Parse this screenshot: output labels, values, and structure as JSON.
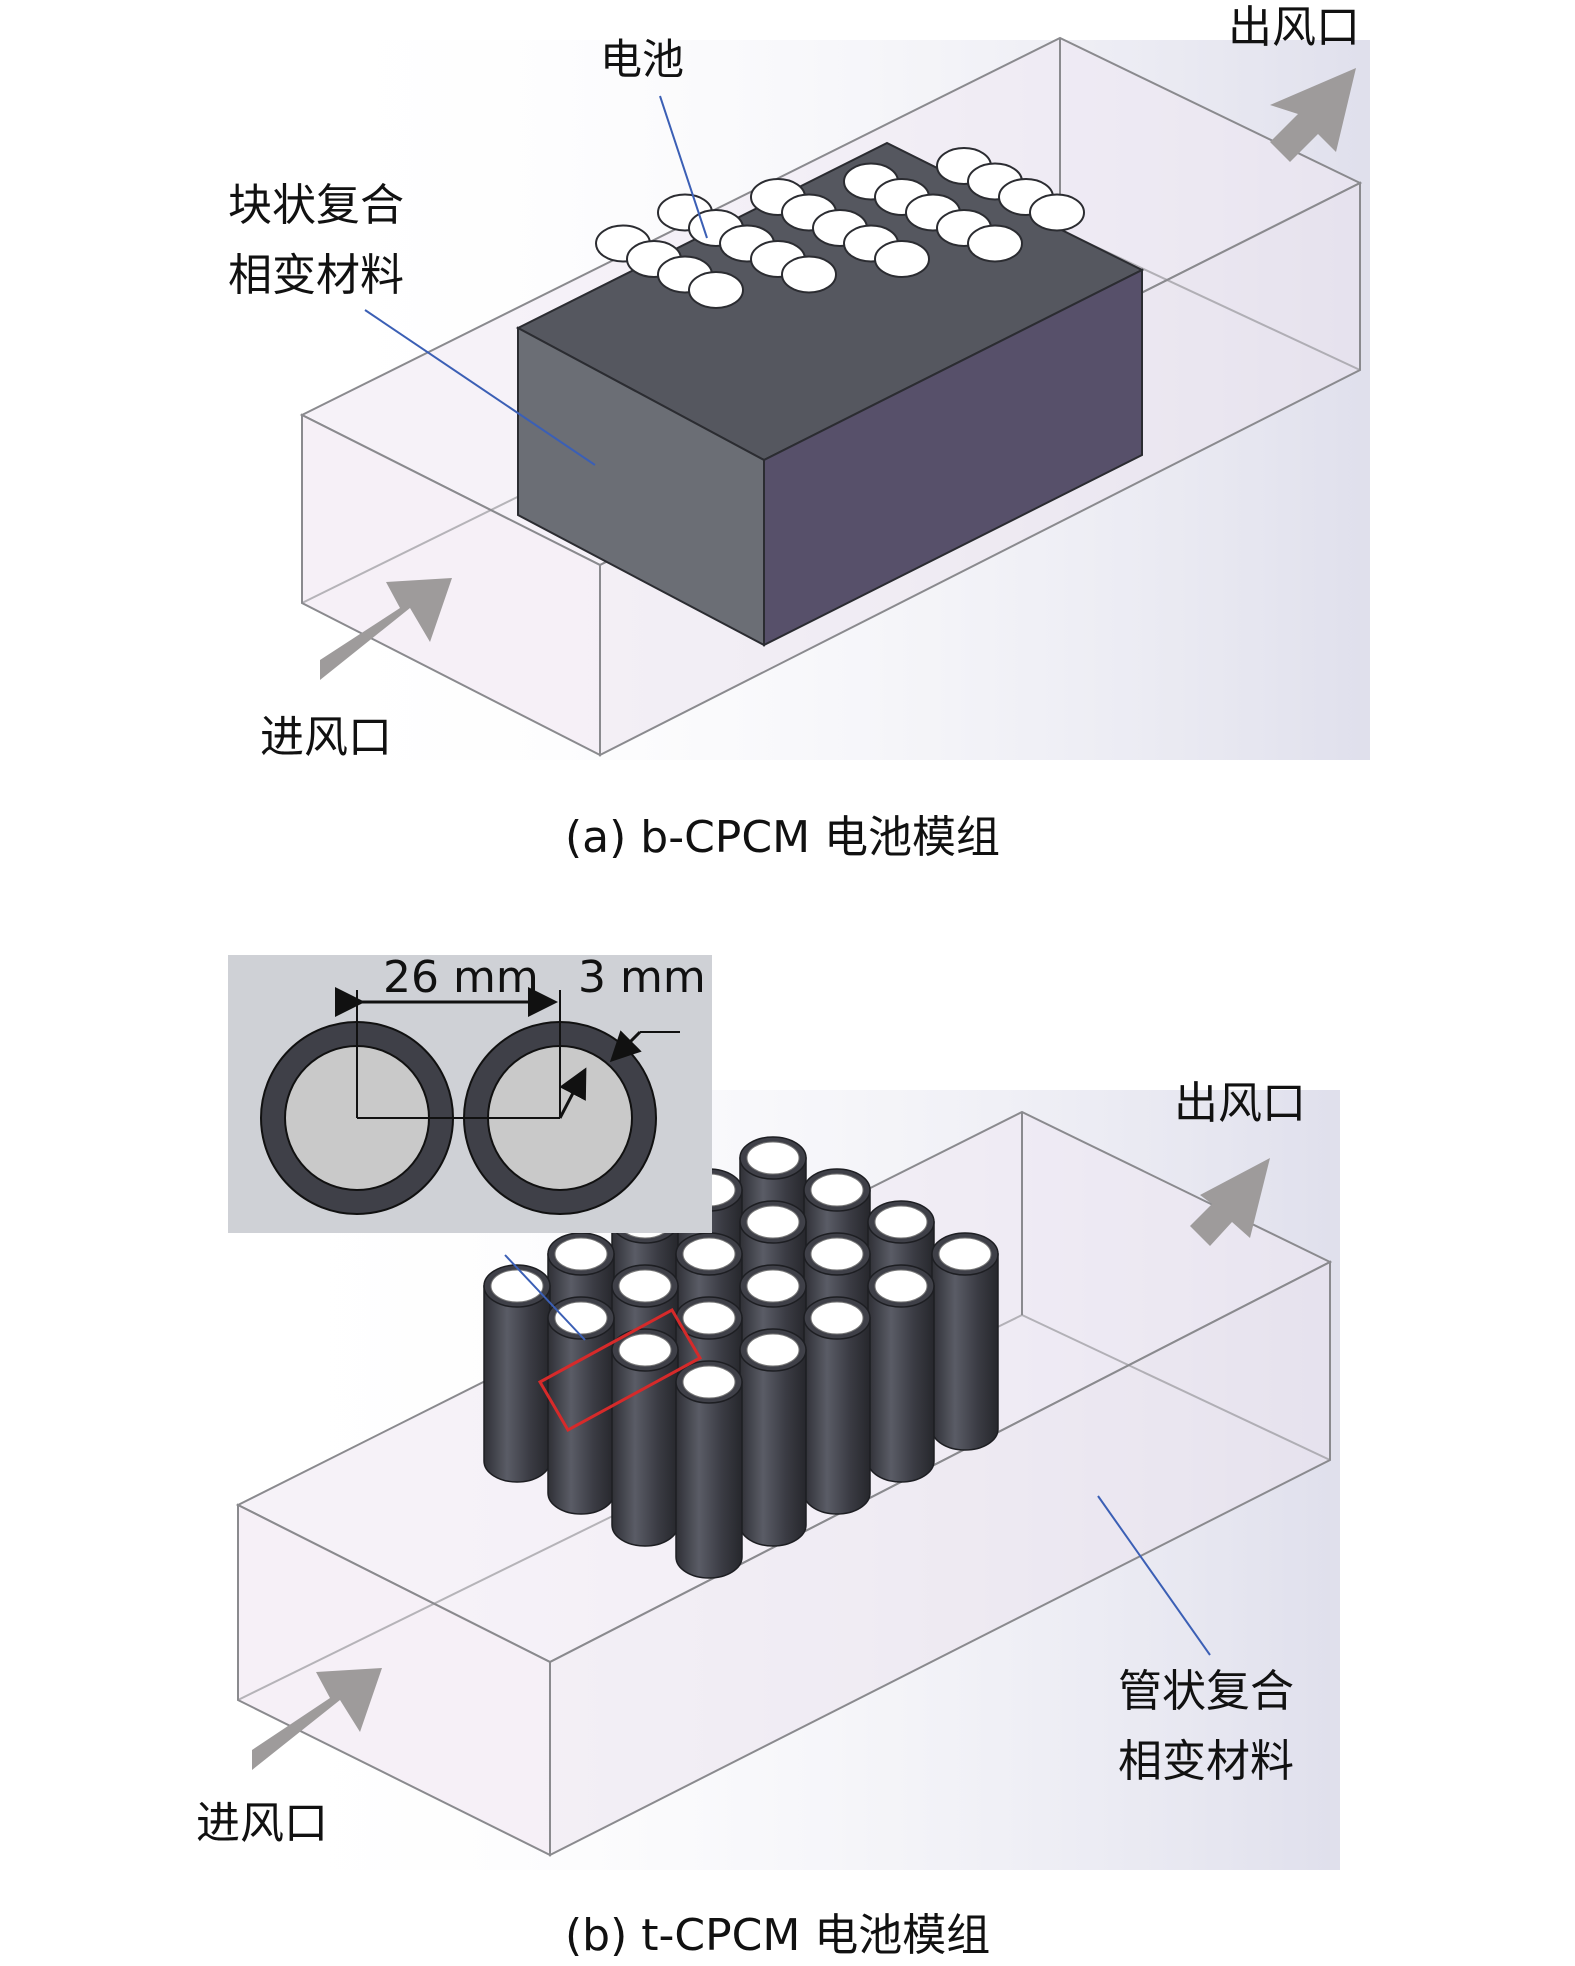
{
  "panel_a": {
    "label_battery": "电池",
    "label_material_line1": "块状复合",
    "label_material_line2": "相变材料",
    "label_outlet": "出风口",
    "label_inlet": "进风口",
    "caption": "(a) b-CPCM 电池模组",
    "cell_rows": [
      [
        0,
        1
      ],
      [
        0,
        1,
        2
      ],
      [
        0,
        1,
        2,
        3
      ],
      [
        0,
        1,
        2,
        3,
        4
      ],
      [
        0,
        1,
        2,
        3
      ],
      [
        0,
        1,
        2
      ],
      [
        0,
        1
      ]
    ]
  },
  "panel_b": {
    "inset_dim_pitch": "26 mm",
    "inset_dim_wall": "3 mm",
    "label_outlet": "出风口",
    "label_inlet": "进风口",
    "label_material_line1": "管状复合",
    "label_material_line2": "相变材料",
    "caption": "(b) t-CPCM 电池模组"
  },
  "colors": {
    "block_top": "#55575f",
    "block_front": "#6b6e75",
    "block_side": "#57506a",
    "tube_dark": "#3f4048",
    "box_edge": "#8a8a8e",
    "box_fill": "#ece6f2",
    "leader_line": "#3b5fb5",
    "arrow": "#9e9b9b",
    "highlight": "#d62a2a",
    "inset_bg": "#cfd1d6"
  }
}
